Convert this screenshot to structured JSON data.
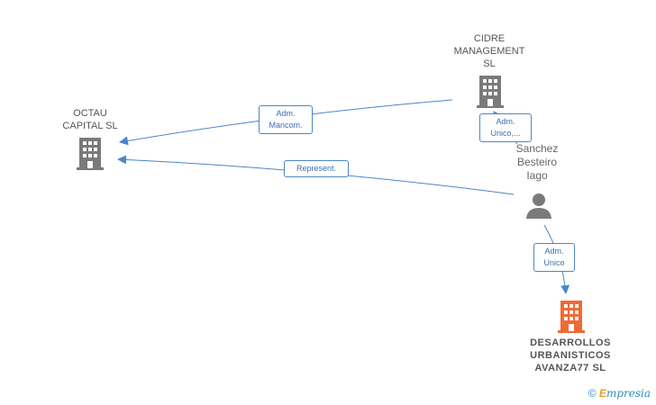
{
  "nodes": {
    "octau": {
      "label": "OCTAU\nCAPITAL  SL",
      "type": "company"
    },
    "cidre": {
      "label": "CIDRE\nMANAGEMENT\nSL",
      "type": "company"
    },
    "sanchez": {
      "label": "Sanchez\nBesteiro\nIago",
      "type": "person"
    },
    "desarrollos": {
      "label": "DESARROLLOS\nURBANISTICOS\nAVANZA77  SL",
      "type": "company-highlight"
    }
  },
  "edges": [
    {
      "from": "cidre",
      "to": "octau",
      "label": "Adm.\nMancom."
    },
    {
      "from": "sanchez",
      "to": "cidre",
      "label": "Adm.\nUnico,..."
    },
    {
      "from": "sanchez",
      "to": "octau",
      "label": "Represent."
    },
    {
      "from": "sanchez",
      "to": "desarrollos",
      "label": "Adm.\nUnico"
    }
  ],
  "colors": {
    "edge": "#4a86c8",
    "company_icon": "#7a7a7a",
    "highlight_icon": "#f06a35",
    "person_icon": "#7a7a7a"
  },
  "credit": {
    "symbol": "©",
    "brand_initial": "E",
    "brand_rest": "mpresia"
  }
}
